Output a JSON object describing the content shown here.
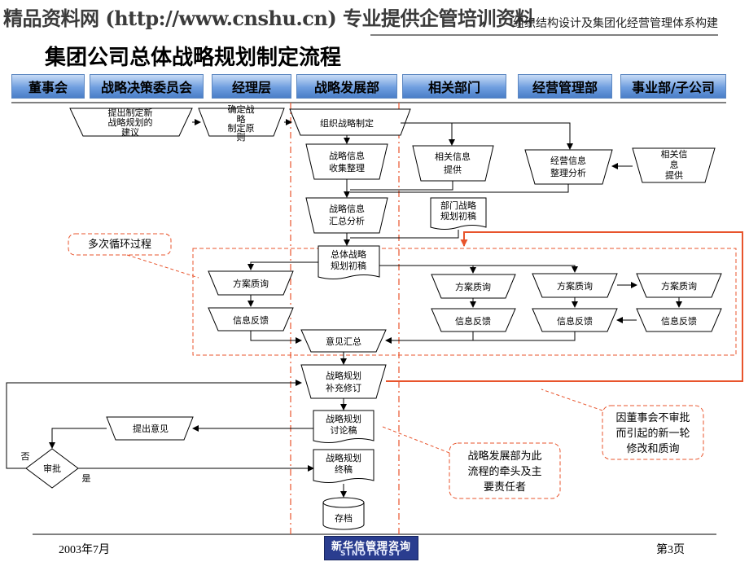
{
  "header": {
    "watermark": "精品资料网 (http://www.cnshu.cn) 专业提供企管培训资料",
    "deck_title": "组织结构设计及集团化经营管理体系构建",
    "page_title": "集团公司总体战略规划制定流程"
  },
  "lanes": [
    "董事会",
    "战略决策委员会",
    "经理层",
    "战略发展部",
    "相关部门",
    "经营管理部",
    "事业部/子公司"
  ],
  "nodes": {
    "suggest": [
      "提出制定新",
      "战略规划的",
      "建议"
    ],
    "principles": [
      "确定战",
      "略",
      "制定原",
      "则"
    ],
    "organize": [
      "组织战略制定"
    ],
    "collect": [
      "战略信息",
      "收集整理"
    ],
    "related_info": [
      "相关信息",
      "提供"
    ],
    "ops_info": [
      "经营信息",
      "整理分析"
    ],
    "unit_info": [
      "相关信",
      "息",
      "提供"
    ],
    "summary": [
      "战略信息",
      "汇总分析"
    ],
    "dept_draft": [
      "部门战略",
      "规划初稿"
    ],
    "overall_draft": [
      "总体战略",
      "规划初稿"
    ],
    "query": "方案质询",
    "feedback": "信息反馈",
    "opinions": "意见汇总",
    "revise": [
      "战略规划",
      "补充修订"
    ],
    "discussion": [
      "战略规划",
      "讨论稿"
    ],
    "raise": "提出意见",
    "approve": "审批",
    "no": "否",
    "yes": "是",
    "final": [
      "战略规划",
      "终稿"
    ],
    "archive": "存档"
  },
  "callouts": {
    "loop": "多次循环过程",
    "board": [
      "因董事会不审批",
      "而引起的新一轮",
      "修改和质询"
    ],
    "lead": [
      "战略发展部为此",
      "流程的牵头及主",
      "要责任者"
    ]
  },
  "footer": {
    "date": "2003年7月",
    "page": "第3页",
    "logo_cn": "新华信管理咨询",
    "logo_en": "SINOTRUST"
  },
  "colors": {
    "lane_fill": "#6f9edf",
    "callout_red": "#e8542c",
    "loop_line": "#e8542c",
    "logo_blue": "#2a3d8f"
  }
}
